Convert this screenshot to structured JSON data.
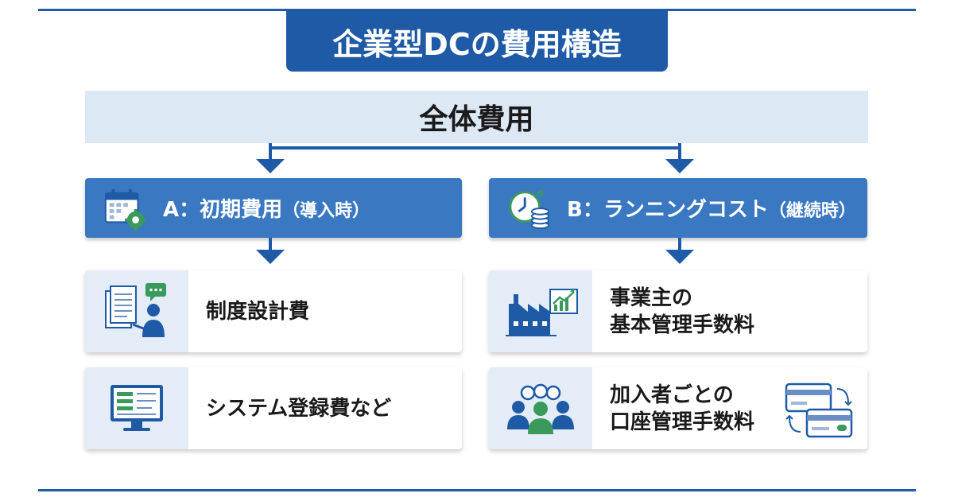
{
  "title": "企業型DCの費用構造",
  "total": "全体費用",
  "category_a": {
    "label": "A：初期費用",
    "sub": "（導入時）"
  },
  "category_b": {
    "label": "B：ランニングコスト",
    "sub": "（継続時）"
  },
  "items_a": [
    {
      "line1": "制度設計費",
      "line2": "",
      "icon": "document-consultant-icon"
    },
    {
      "line1": "システム登録費など",
      "line2": "",
      "icon": "monitor-icon"
    }
  ],
  "items_b": [
    {
      "line1": "事業主の",
      "line2": "基本管理手数料",
      "icon": "factory-chart-icon"
    },
    {
      "line1": "加入者ごとの",
      "line2": "口座管理手数料",
      "icon": "people-group-icon"
    }
  ],
  "colors": {
    "primary": "#1f5aa6",
    "category": "#3b78c2",
    "light": "#dde8f5",
    "green": "#3a9a5b"
  }
}
